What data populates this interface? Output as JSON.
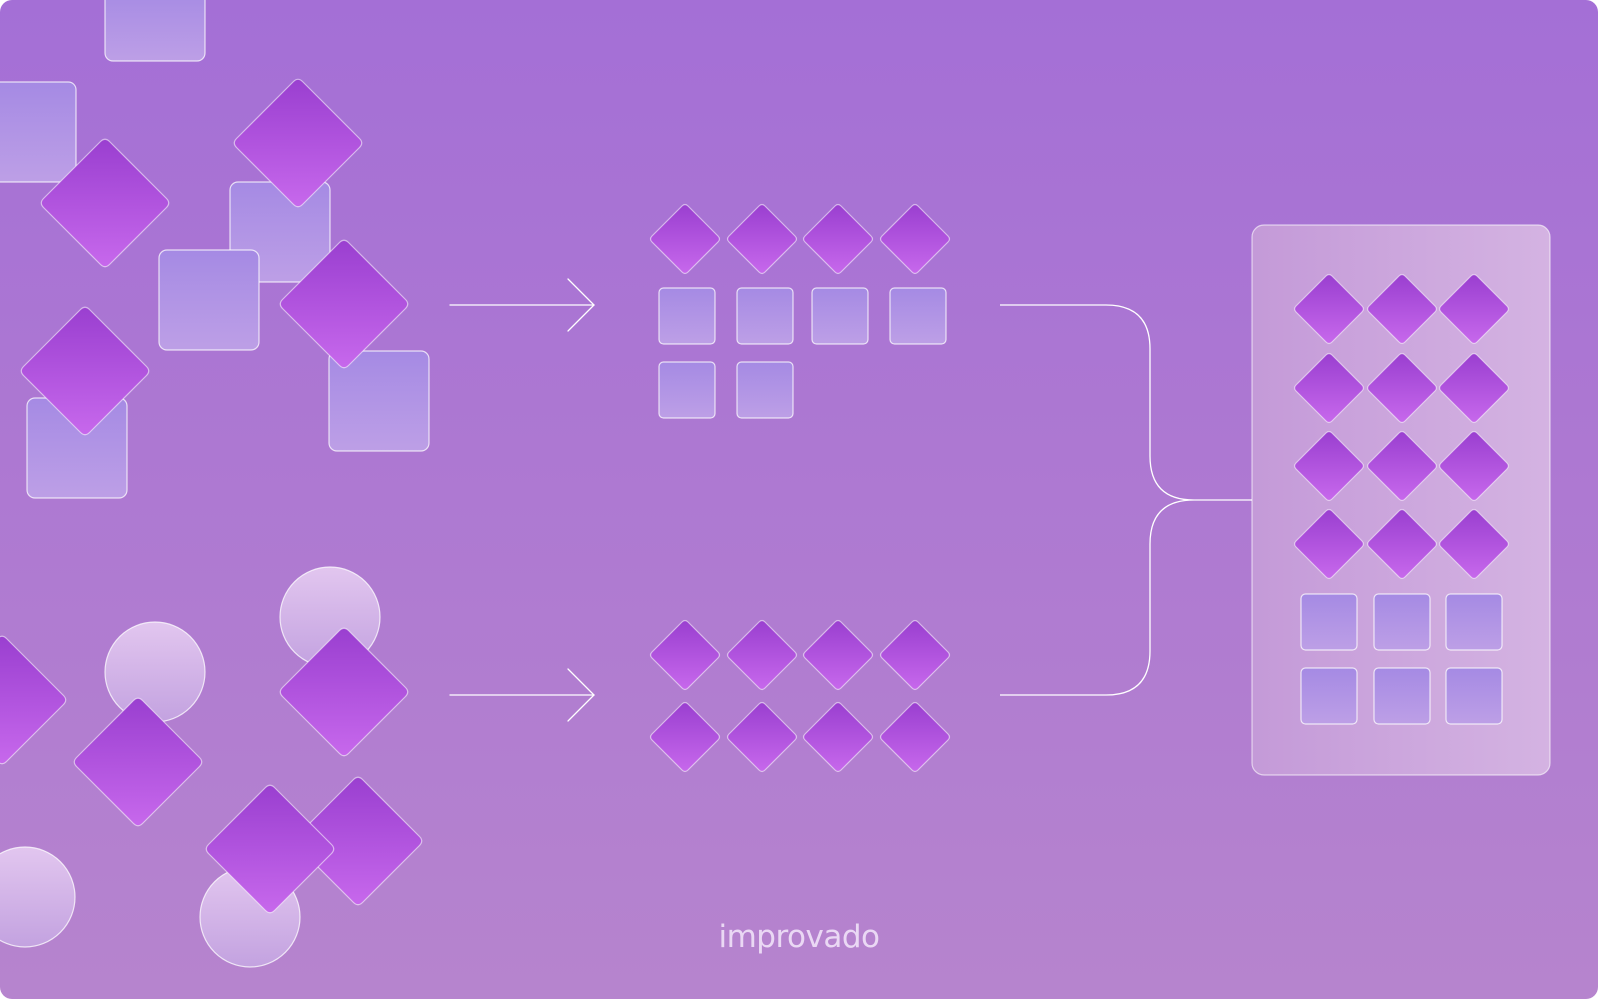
{
  "brand": {
    "logo_text": "improvado"
  },
  "flow": {
    "stage_shape_counts": {
      "top_group": {
        "diamonds": 4,
        "squares": 6
      },
      "bottom_group": {
        "diamonds": 8,
        "squares": 0
      },
      "result_panel": {
        "diamonds": 12,
        "squares": 6
      }
    }
  },
  "colors": {
    "background_top": "#a46fd6",
    "background_bottom": "#b684ce",
    "diamond_top": "#9a3fd0",
    "diamond_bottom": "#c768ec",
    "square_top": "#a58ae4",
    "square_bottom": "#bd9fe6",
    "circle_top": "#e2c6ef",
    "circle_bottom": "#c3a2e0",
    "connector_line": "#ffffff",
    "logo_text": "#ead8f4"
  },
  "icons": {
    "arrow": "right-arrow-icon",
    "diamond": "diamond-shape-icon",
    "square": "square-shape-icon",
    "circle": "circle-shape-icon"
  }
}
